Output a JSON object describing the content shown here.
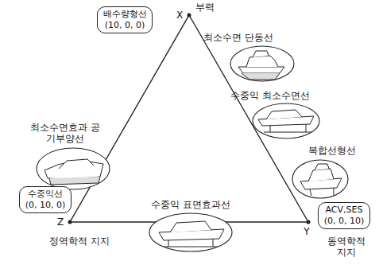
{
  "diagram": {
    "nodes": [
      {
        "text": [
          "배수량형선 (10, 0, 0)"
        ]
      },
      {
        "text": [
          "수중익선 (0, 10, 0)"
        ]
      },
      {
        "text": [
          "ACV,SES (0, 0, 10)"
        ]
      }
    ],
    "labels": [
      "부력",
      "X",
      "최소수면 단동선",
      "수중익 최소수면선",
      "복합선형선",
      "Y",
      "동역학적 지지",
      "수중익 표면효과선",
      "Z",
      "정역학적 지지",
      "최소수면효과 공기부양선"
    ]
  }
}
